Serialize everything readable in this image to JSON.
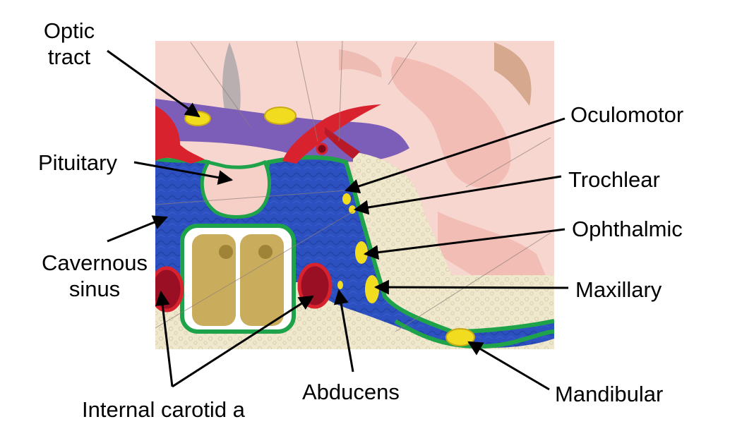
{
  "labels": {
    "optic_tract": [
      "Optic",
      "tract"
    ],
    "pituitary": "Pituitary",
    "cavernous_sinus": [
      "Cavernous",
      "sinus"
    ],
    "internal_carotid": "Internal carotid a",
    "abducens": "Abducens",
    "oculomotor": "Oculomotor",
    "trochlear": "Trochlear",
    "ophthalmic": "Ophthalmic",
    "maxillary": "Maxillary",
    "mandibular": "Mandibular"
  },
  "colors": {
    "brain": "#f6d3cc",
    "brain_dark": "#efb6ad",
    "vessel_red": "#d8232f",
    "sinus_blue": "#2c4fbf",
    "dura_green": "#1ea34a",
    "nerve_yellow": "#f1dc1f",
    "bone": "#efe7c9",
    "sphenoid_sinus": "#c9ad5c",
    "optic_purple": "#7a59b5"
  }
}
